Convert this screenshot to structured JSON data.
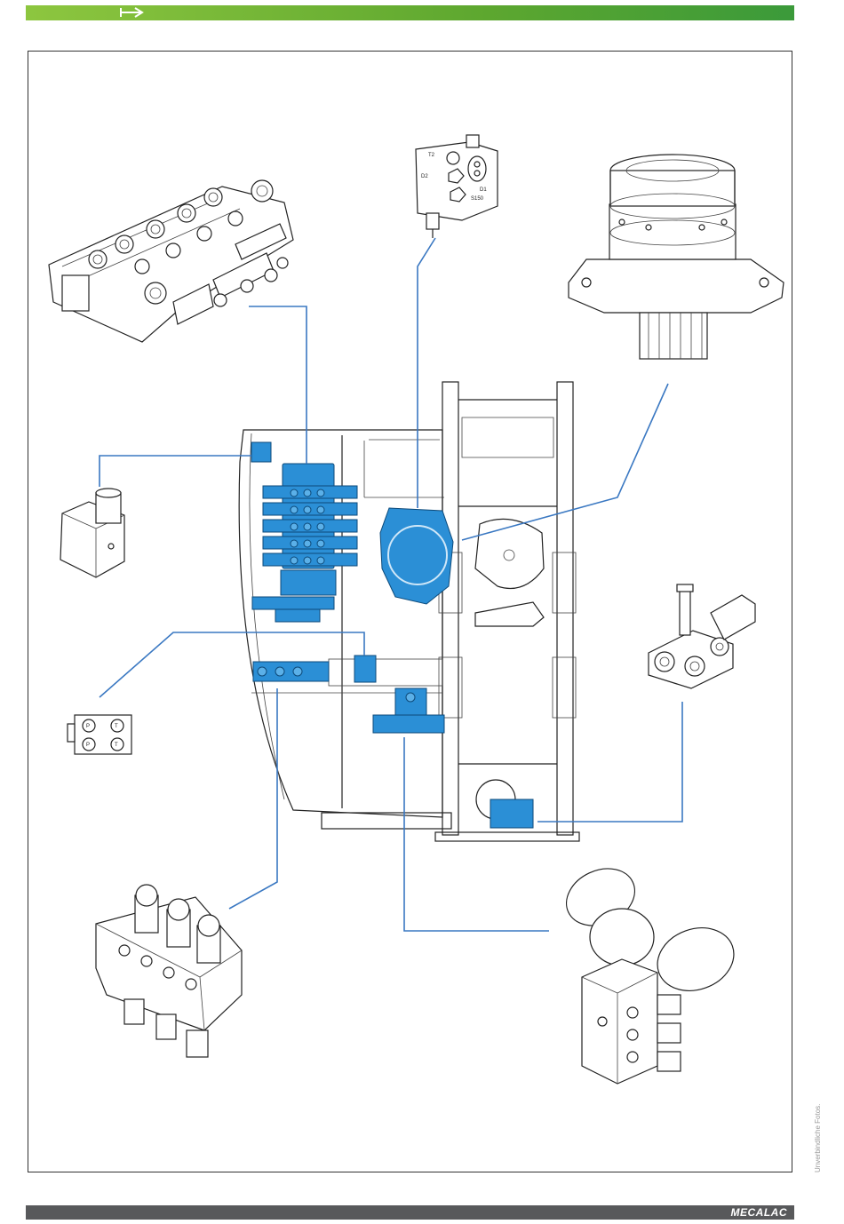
{
  "header": {
    "arrow_icon": "right-arrow-icon",
    "bar_color": "#6db33f"
  },
  "diagram": {
    "accent_color": "#2b8fd6",
    "leader_color": "#3a78c2",
    "valve_labels": [
      "T2",
      "D2",
      "D1",
      "S150"
    ],
    "control_labels": [
      "P",
      "T",
      "P",
      "T"
    ]
  },
  "side_note": "Unverbindliche Fotos.",
  "footer": {
    "brand": "MECALAC",
    "bar_color": "#58595b"
  }
}
